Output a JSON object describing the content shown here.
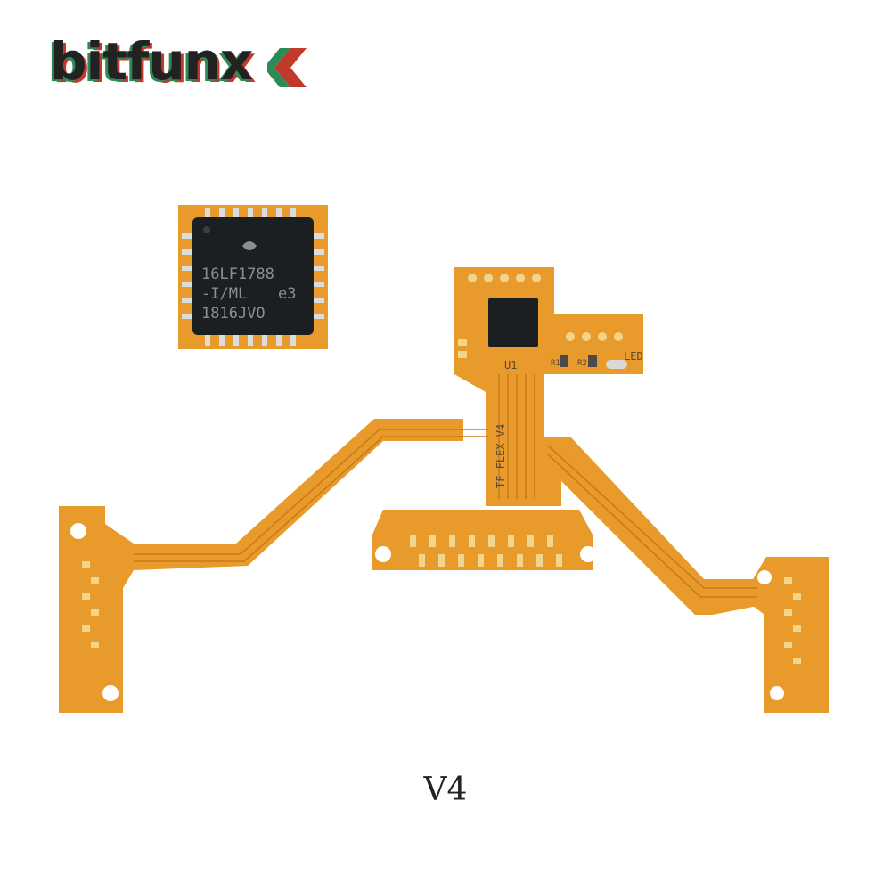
{
  "brand": {
    "name": "bitfunx",
    "logo_icon": "double-chevron-icon"
  },
  "chip_closeup": {
    "lines": [
      "16LF1788",
      "-I/ML",
      "1816JVO"
    ],
    "mark": "e3"
  },
  "board": {
    "silkscreen_ic": "U1",
    "silkscreen_flex": "TF FLEX V4",
    "silkscreen_led": "LED",
    "silkscreen_r1": "R1",
    "silkscreen_r2": "R2"
  },
  "caption": "V4",
  "colors": {
    "flex": "#e89a2a",
    "flex_dark": "#c9781a",
    "chip": "#1c1f22",
    "pad": "#f2d48a",
    "background": "#ffffff"
  }
}
